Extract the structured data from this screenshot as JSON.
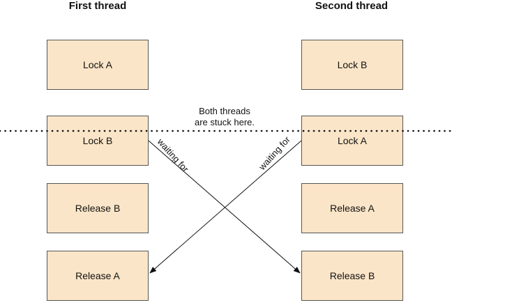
{
  "columns": {
    "first": {
      "title": "First thread",
      "steps": [
        "Lock A",
        "Lock B",
        "Release B",
        "Release A"
      ]
    },
    "second": {
      "title": "Second thread",
      "steps": [
        "Lock B",
        "Lock A",
        "Release A",
        "Release B"
      ]
    }
  },
  "note": {
    "line1": "Both threads",
    "line2": "are stuck here."
  },
  "edges": {
    "left_label": "waiting for",
    "right_label": "waiting for"
  },
  "colors": {
    "box_fill": "#fbe5c8",
    "box_border": "#555555",
    "line": "#111111"
  }
}
